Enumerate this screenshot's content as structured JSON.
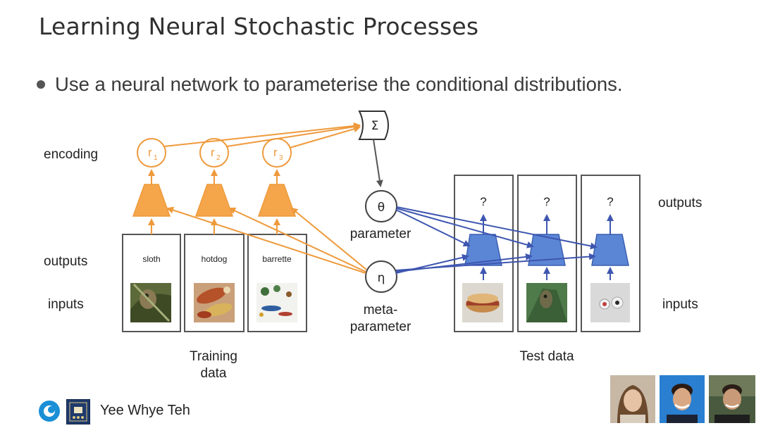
{
  "slide": {
    "title": "Learning Neural Stochastic Processes",
    "bullet": "Use a neural network to parameterise the conditional distributions."
  },
  "diagram": {
    "row_labels": {
      "encoding": "encoding",
      "outputs_left": "outputs",
      "inputs_left": "inputs",
      "outputs_right": "outputs",
      "inputs_right": "inputs"
    },
    "encodings": [
      {
        "base": "r",
        "sub": "1"
      },
      {
        "base": "r",
        "sub": "2"
      },
      {
        "base": "r",
        "sub": "3"
      }
    ],
    "sum_symbol": "Σ",
    "theta": {
      "symbol": "θ",
      "label": "parameter"
    },
    "eta": {
      "symbol": "η",
      "label_line1": "meta-",
      "label_line2": "parameter"
    },
    "training_outputs": [
      "sloth",
      "hotdog",
      "barrette"
    ],
    "test_outputs": [
      "?",
      "?",
      "?"
    ],
    "training_label_line1": "Training",
    "training_label_line2": "data",
    "test_label": "Test data",
    "colors": {
      "orange": "#F5A64A",
      "orange_stroke": "#EE9A3C",
      "blue": "#5B86D6",
      "blue_stroke": "#3A5FB0",
      "arrow_blue": "#3E56B0"
    }
  },
  "footer": {
    "presenter": "Yee Whye Teh"
  }
}
